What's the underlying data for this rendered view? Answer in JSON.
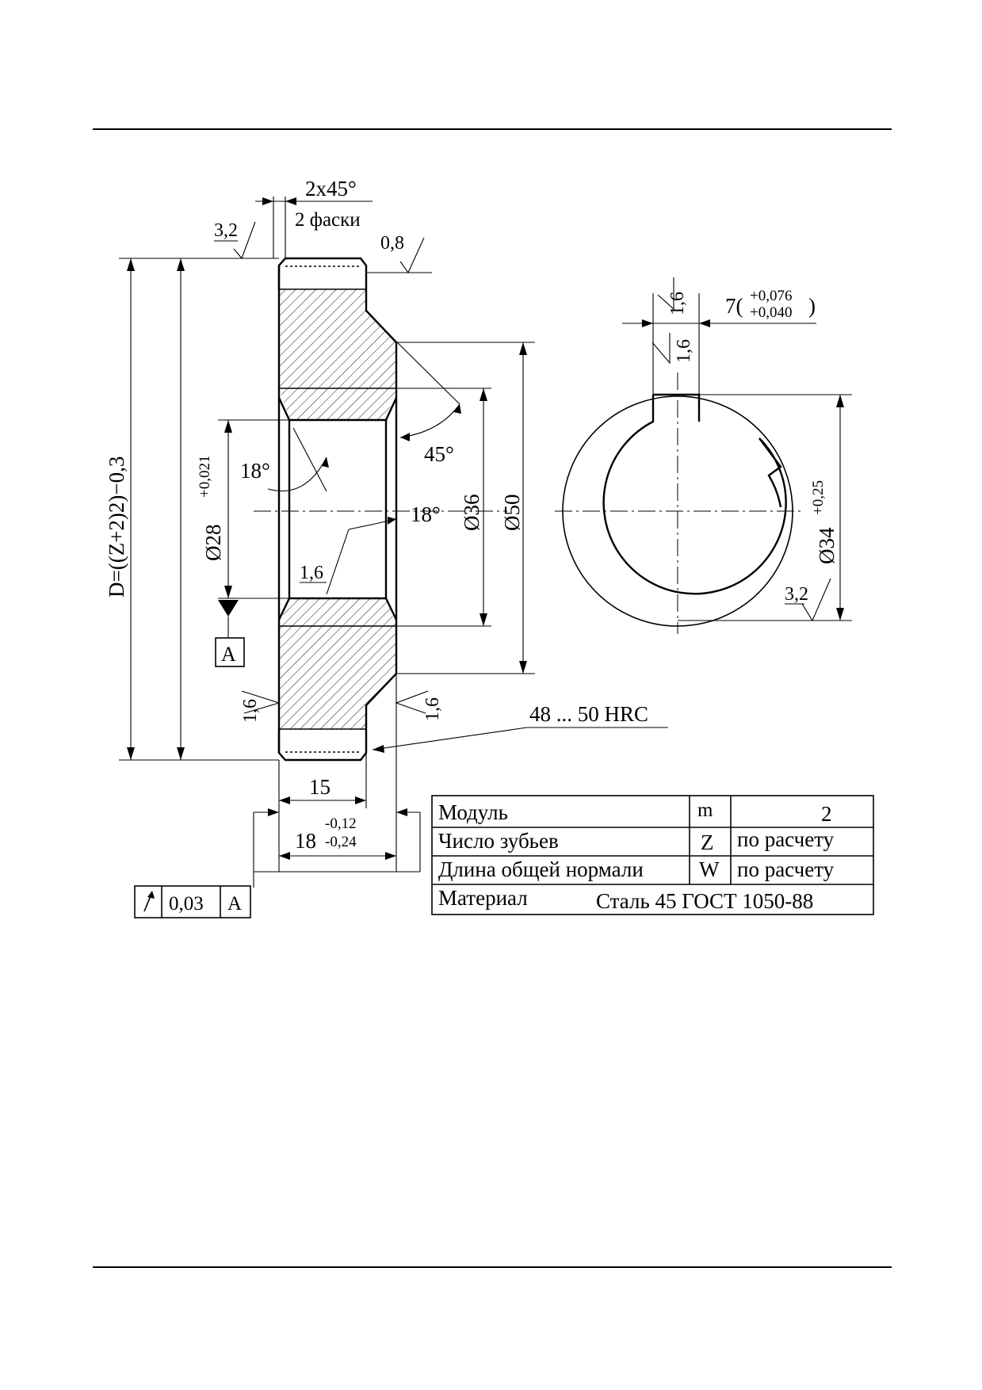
{
  "dimensions": {
    "chamfer": "2x45°",
    "chamfer_note": "2 фаски",
    "outer_diameter": "D=((Z+2)2)−0,3",
    "bore_diameter": "Ø28",
    "bore_tolerance": "+0,021",
    "hub_diameter": "Ø36",
    "rim_inner_diameter": "Ø50",
    "hub_width": "15",
    "total_width": "18",
    "width_tol_upper": "-0,12",
    "width_tol_lower": "-0,24",
    "key_depth_diameter": "Ø34",
    "key_depth_tolerance": "+0,25",
    "key_width": "7(",
    "key_tol_upper": "+0,076",
    "key_tol_lower": "+0,040",
    "key_width_close": ")",
    "angle_45": "45°",
    "angle_18_a": "18°",
    "angle_18_b": "18°"
  },
  "roughness": {
    "r_top_left": "3,2",
    "r_top_right": "0,8",
    "r_bore": "1,6",
    "r_left_face": "1,6",
    "r_right_face": "1,6",
    "r_key_top": "1,6",
    "r_key_side": "1,6",
    "r_end_view": "3,2"
  },
  "datum": {
    "label": "A",
    "runout_value": "0,03",
    "runout_ref": "A"
  },
  "hardness": "48 ... 50 HRC",
  "spec_table": {
    "rows": [
      {
        "name": "Модуль",
        "symbol": "m",
        "value": "2"
      },
      {
        "name": "Число зубьев",
        "symbol": "Z",
        "value": "по расчету"
      },
      {
        "name": "Длина общей нормали",
        "symbol": "W",
        "value": "по расчету"
      }
    ],
    "material_label": "Материал",
    "material_value": "Сталь 45 ГОСТ 1050-88"
  }
}
